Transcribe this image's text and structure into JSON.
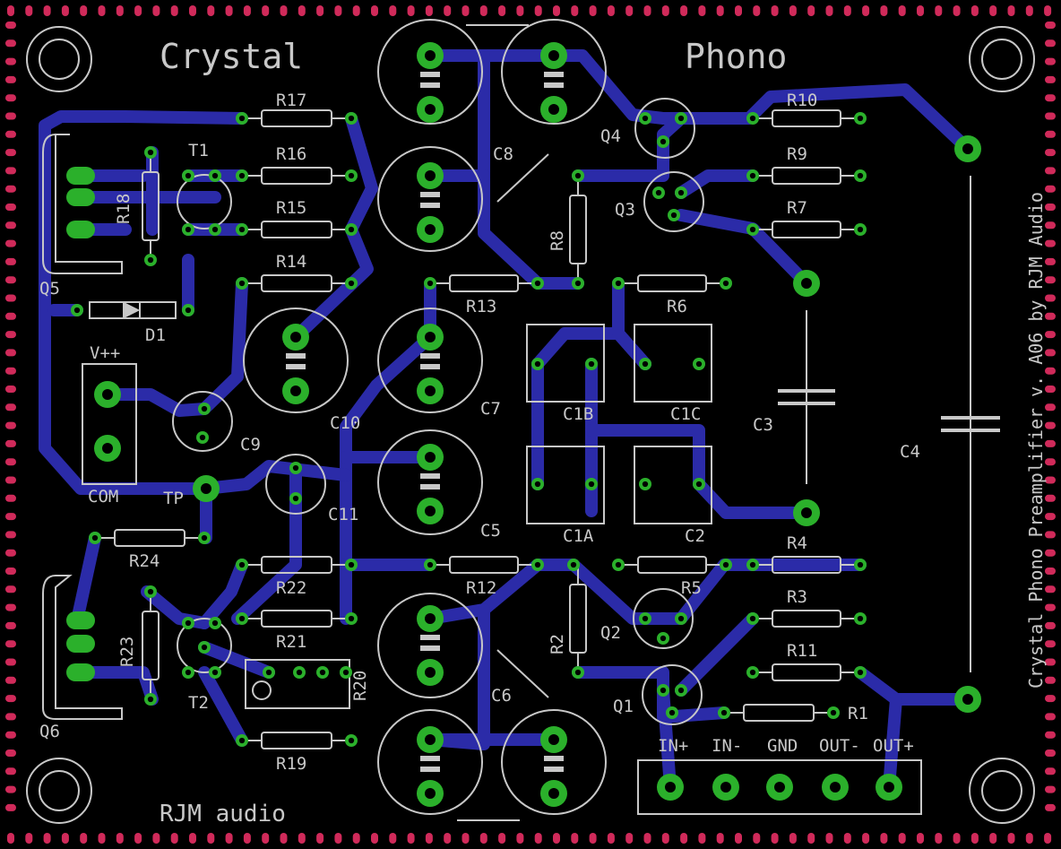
{
  "board": {
    "title_left": "Crystal",
    "title_right": "Phono",
    "maker": "RJM audio",
    "vertical_text": "Crystal Phono Preamplifier v. A06 by RJM Audio"
  },
  "connector_labels": [
    "IN+",
    "IN-",
    "GND",
    "OUT-",
    "OUT+"
  ],
  "power_labels": {
    "vplus": "V++",
    "com": "COM",
    "tp": "TP"
  },
  "refs": {
    "R1": "R1",
    "R2": "R2",
    "R3": "R3",
    "R4": "R4",
    "R5": "R5",
    "R6": "R6",
    "R7": "R7",
    "R8": "R8",
    "R9": "R9",
    "R10": "R10",
    "R11": "R11",
    "R12": "R12",
    "R13": "R13",
    "R14": "R14",
    "R15": "R15",
    "R16": "R16",
    "R17": "R17",
    "R18": "R18",
    "R19": "R19",
    "R20": "R20",
    "R21": "R21",
    "R22": "R22",
    "R23": "R23",
    "R24": "R24",
    "C1A": "C1A",
    "C1B": "C1B",
    "C1C": "C1C",
    "C2": "C2",
    "C3": "C3",
    "C4": "C4",
    "C5": "C5",
    "C6": "C6",
    "C7": "C7",
    "C8": "C8",
    "C9": "C9",
    "C10": "C10",
    "C11": "C11",
    "Q1": "Q1",
    "Q2": "Q2",
    "Q3": "Q3",
    "Q4": "Q4",
    "Q5": "Q5",
    "Q6": "Q6",
    "T1": "T1",
    "T2": "T2",
    "D1": "D1"
  },
  "colors": {
    "background": "#000000",
    "trace": "#2b2ba8",
    "pad": "#2bb02b",
    "silkscreen": "#c8c8c8",
    "edge_dots": "#d02a5a",
    "logo": "#2b2ba8"
  }
}
